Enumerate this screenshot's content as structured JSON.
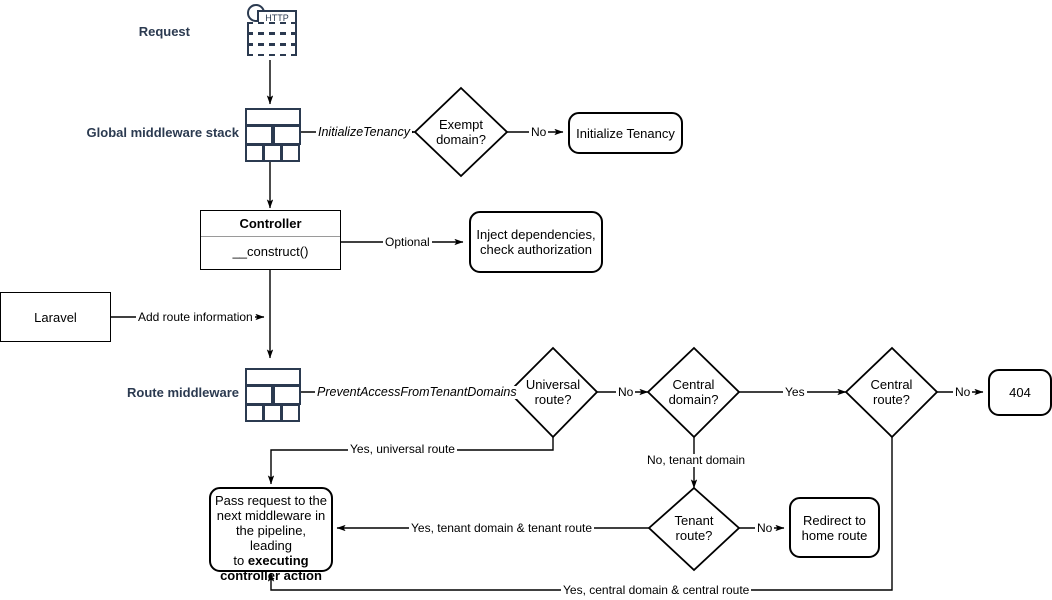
{
  "diagram": {
    "title": "Laravel multi-tenancy request lifecycle flowchart",
    "colors": {
      "icon": "#2b3a50",
      "stroke": "#000000",
      "background": "#ffffff"
    }
  },
  "side_labels": {
    "request": "Request",
    "global_middleware": "Global middleware stack",
    "route_middleware": "Route middleware"
  },
  "icons": {
    "http_label": "HTTP",
    "http_icon_name": "http-request-icon",
    "global_stack_icon_name": "middleware-stack-icon",
    "route_stack_icon_name": "middleware-stack-icon"
  },
  "nodes": {
    "exempt_domain": "Exempt\ndomain?",
    "initialize_tenancy": "Initialize Tenancy",
    "controller_title": "Controller",
    "controller_method": "__construct()",
    "inject_dependencies": "Inject dependencies,\ncheck authorization",
    "laravel": "Laravel",
    "universal_route": "Universal\nroute?",
    "central_domain": "Central\ndomain?",
    "central_route": "Central\nroute?",
    "not_found": "404",
    "tenant_route": "Tenant\nroute?",
    "redirect_home": "Redirect to\nhome route",
    "pass_request_prefix": "Pass request to the\nnext middleware in\nthe pipeline, leading\nto ",
    "pass_request_bold": "executing\ncontroller action"
  },
  "edge_labels": {
    "initialize_tenancy_mw": "InitializeTenancy",
    "exempt_no": "No",
    "optional": "Optional",
    "add_route_information": "Add route information",
    "prevent_access": "PreventAccessFromTenantDomains",
    "universal_no": "No",
    "central_domain_yes": "Yes",
    "central_route_no": "No",
    "yes_universal_route": "Yes, universal route",
    "no_tenant_domain": "No, tenant domain",
    "tenant_route_no": "No",
    "yes_tenant_domain_tenant_route": "Yes, tenant domain & tenant route",
    "yes_central_domain_central_route": "Yes, central domain & central route"
  }
}
